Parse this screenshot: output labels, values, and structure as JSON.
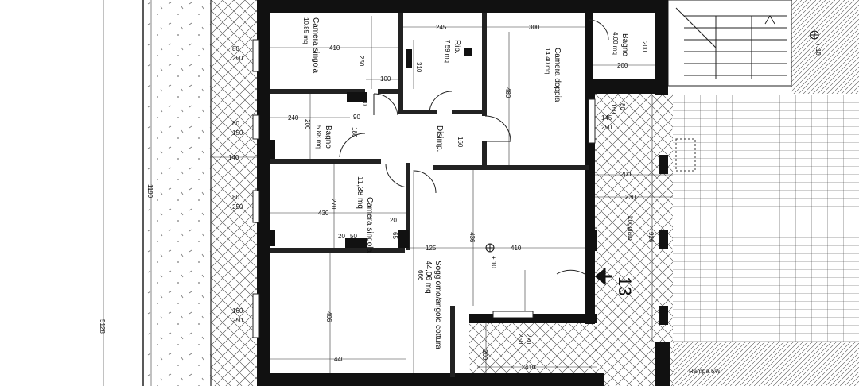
{
  "rooms": {
    "camera_singola_top": {
      "name": "Camera singola",
      "area": "10.85 mq"
    },
    "rip": {
      "name": "Rip.",
      "area": "7.59 mq"
    },
    "camera_doppia": {
      "name": "Camera doppia",
      "area": "14.40 mq"
    },
    "bagno_small": {
      "name": "Bagno",
      "area": "4.00 mq"
    },
    "bagno": {
      "name": "Bagno",
      "area": "5.88 mq"
    },
    "disimp": {
      "name": "Disimp."
    },
    "camera_singola_mid": {
      "name": "Camera singola",
      "area": "11,38 mq"
    },
    "soggiorno": {
      "name": "Soggiorno/angolo cottura",
      "area": "44,06 mq"
    },
    "loggiato": {
      "name": "Loggiato"
    }
  },
  "labels": {
    "unit_number": "13",
    "rampa": "Rampa 5%",
    "level_a": "+.10",
    "level_b": "+.10"
  },
  "windows": {
    "w1": {
      "a": "80",
      "b": "250"
    },
    "w2": {
      "a": "80",
      "b": "150"
    },
    "w3": {
      "a": "80",
      "b": "250"
    },
    "w4": {
      "a": "160",
      "b": "250"
    },
    "w5": {
      "a": "80",
      "b": "150"
    },
    "w6": {
      "a": "145",
      "b": "250"
    },
    "w7": {
      "a": "220",
      "b": "250"
    }
  },
  "dims": {
    "d410a": "410",
    "d250": "250",
    "d245": "245",
    "d300": "300",
    "d200a": "200",
    "d310": "310",
    "d480": "480",
    "d200b": "200",
    "d100": "100",
    "d80a": "80",
    "d90": "90",
    "d240": "240",
    "d200c": "200",
    "d180": "180",
    "d160": "160",
    "d140": "140",
    "d200d": "200",
    "d230": "230",
    "d430": "430",
    "d270": "270",
    "d20a": "20",
    "d20b": "20",
    "d50": "50",
    "d65": "65",
    "d125": "125",
    "d436": "436",
    "d410b": "410",
    "d926": "926",
    "d666": "666",
    "d406": "406",
    "d440": "440",
    "d410c": "410",
    "d200e": "200",
    "d1190": "1190",
    "d5128": "5128"
  }
}
